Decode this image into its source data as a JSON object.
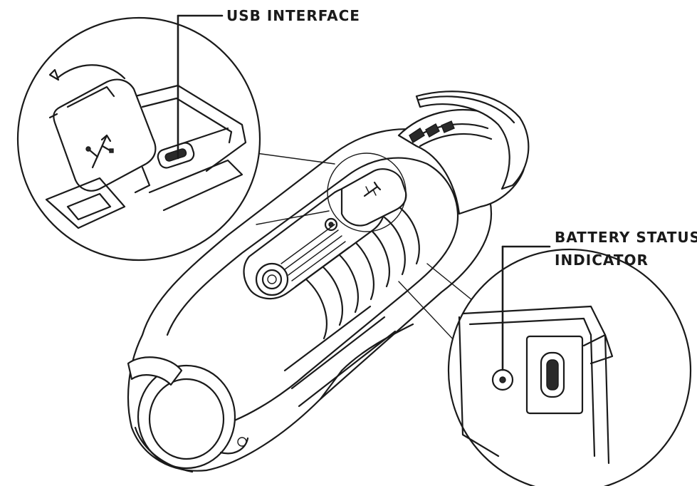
{
  "callouts": {
    "usb": {
      "label": "USB INTERFACE"
    },
    "battery": {
      "line1": "BATTERY STATUS",
      "line2": "INDICATOR"
    }
  },
  "icons": [
    "usb-icon",
    "power-button-icon",
    "usb-port-icon",
    "battery-indicator-led-icon"
  ]
}
